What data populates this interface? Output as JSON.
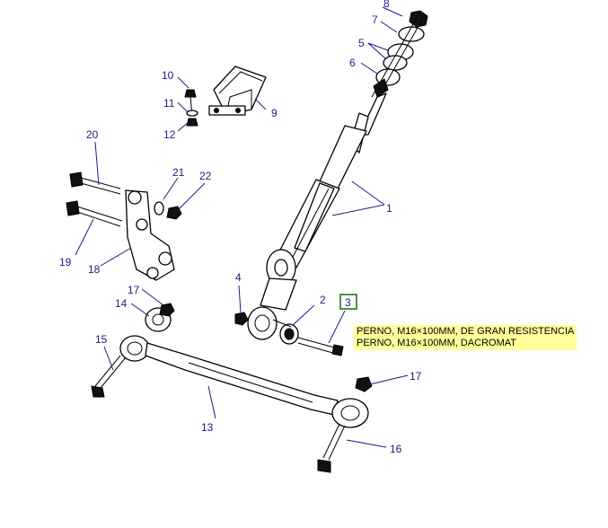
{
  "callouts": {
    "c1": "1",
    "c2": "2",
    "c3": "3",
    "c4": "4",
    "c5": "5",
    "c6": "6",
    "c7": "7",
    "c8": "8",
    "c9": "9",
    "c10": "10",
    "c11": "11",
    "c12": "12",
    "c13": "13",
    "c14": "14",
    "c15": "15",
    "c16": "16",
    "c17a": "17",
    "c17b": "17",
    "c18": "18",
    "c19": "19",
    "c20": "20",
    "c21": "21",
    "c22": "22"
  },
  "selected_callout": "3",
  "tooltip": {
    "line1": "PERNO, M16×100MM, DE GRAN RESISTENCIA",
    "line2": "PERNO, M16×100MM, DACROMAT"
  },
  "colors": {
    "callout_text": "#1a1a8c",
    "highlight_box": "#1a7a1a",
    "tooltip_bg": "#ffff99"
  }
}
